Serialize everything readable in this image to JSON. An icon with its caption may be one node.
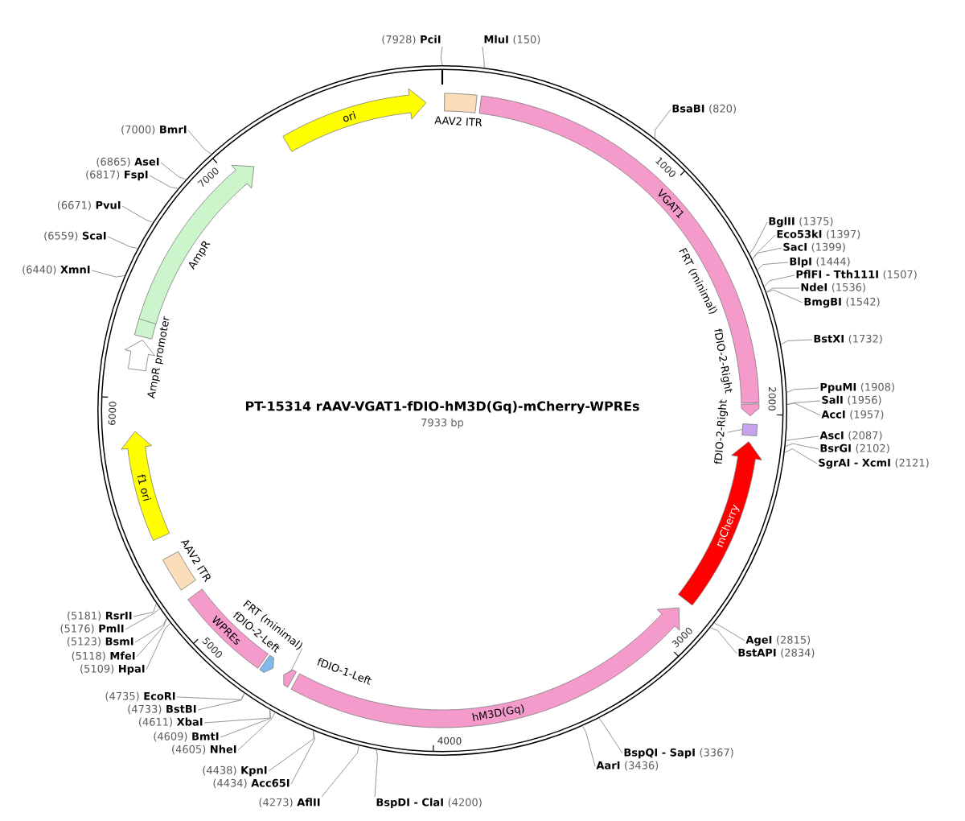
{
  "diagram": {
    "title": "PT-15314 rAAV-VGAT1-fDIO-hM3D(Gq)-mCherry-WPREs",
    "nodes": [
      {
        "text": [],
        "shape": "circle"
      },
      {
        "text": [
          "AAV2 ITR"
        ],
        "in": 0
      },
      {
        "text": [
          "VGAT1"
        ],
        "in": 0
      },
      {
        "text": [
          "FRT (minimal)",
          "fDIO-2-Right"
        ],
        "in": 0
      },
      {
        "text": [],
        "shape": "box",
        "in": 0
      },
      {
        "text": [
          "fDIO-2-Right"
        ],
        "in": 0
      },
      {
        "text": [
          "mCherry"
        ],
        "in": 0
      },
      {
        "text": [
          "hM3D(Gq)"
        ],
        "in": 0
      },
      {
        "text": [
          "fDIO-1-Left"
        ],
        "in": 0
      },
      {
        "text": [
          "FRT (minimal)"
        ],
        "in": 0
      },
      {
        "text": [
          "fDIO-2-Left"
        ],
        "in": 0
      },
      {
        "text": [
          "WPREs"
        ],
        "in": 0
      },
      {
        "text": [
          "AAV2 ITR"
        ],
        "in": 0
      },
      {
        "text": [
          "f1 ori"
        ],
        "in": 0
      },
      {
        "text": [
          "AmpR promoter"
        ],
        "in": 0
      },
      {
        "text": [
          "AmpR"
        ],
        "in": 0
      },
      {
        "text": [
          "ori"
        ],
        "in": 0
      },
      {
        "text": [
          "(7928)",
          "PciI"
        ]
      },
      {
        "text": [
          "MluI",
          "(150)"
        ]
      },
      {
        "text": [
          "BsaBI",
          "(820)"
        ]
      },
      {
        "text": [
          "BglII",
          "(1375)"
        ]
      },
      {
        "text": [
          "Eco53kI",
          "(1397)"
        ]
      },
      {
        "text": [
          "SacI",
          "(1399)"
        ]
      },
      {
        "text": [
          "BlpI",
          "(1444)"
        ]
      },
      {
        "text": [
          "PflFI - Tth111I",
          "(1507)"
        ]
      },
      {
        "text": [
          "NdeI",
          "(1536)"
        ]
      },
      {
        "text": [
          "BmgBI",
          "(1542)"
        ]
      },
      {
        "text": [
          "BstXI",
          "(1732)"
        ]
      },
      {
        "text": [
          "PpuMI",
          "(1908)"
        ]
      },
      {
        "text": [
          "SalI",
          "(1956)"
        ]
      },
      {
        "text": [
          "AccI",
          "(1957)"
        ]
      },
      {
        "text": [
          "AscI",
          "(2087)"
        ]
      },
      {
        "text": [
          "BsrGI",
          "(2102)"
        ]
      },
      {
        "text": [
          "SgrAI - XcmI",
          "(2121)"
        ]
      },
      {
        "text": [
          "AgeI",
          "(2815)"
        ]
      },
      {
        "text": [
          "BstAPI",
          "(2834)"
        ]
      },
      {
        "text": [
          "BspQI - SapI",
          "(3367)"
        ]
      },
      {
        "text": [
          "AarI",
          "(3436)"
        ]
      },
      {
        "text": [
          "BspDI - ClaI",
          "(4200)"
        ]
      },
      {
        "text": [
          "(4273)",
          "AflII"
        ]
      },
      {
        "text": [
          "(4434)",
          "Acc65I"
        ]
      },
      {
        "text": [
          "(4438)",
          "KpnI"
        ]
      },
      {
        "text": [
          "(4605)",
          "NheI"
        ]
      },
      {
        "text": [
          "(4609)",
          "BmtI"
        ]
      },
      {
        "text": [
          "(4611)",
          "XbaI"
        ]
      },
      {
        "text": [
          "(4733)",
          "BstBI"
        ]
      },
      {
        "text": [
          "(4735)",
          "EcoRI"
        ]
      },
      {
        "text": [
          "(5109)",
          "HpaI"
        ]
      },
      {
        "text": [
          "(5118)",
          "MfeI"
        ]
      },
      {
        "text": [
          "(5123)",
          "BsmI"
        ]
      },
      {
        "text": [
          "(5176)",
          "PmlI"
        ]
      },
      {
        "text": [
          "(5181)",
          "RsrII"
        ]
      },
      {
        "text": [
          "(6440)",
          "XmnI"
        ]
      },
      {
        "text": [
          "(6559)",
          "ScaI"
        ]
      },
      {
        "text": [
          "(6671)",
          "PvuI"
        ]
      },
      {
        "text": [
          "(6817)",
          "FspI"
        ]
      },
      {
        "text": [
          "(6865)",
          "AseI"
        ]
      },
      {
        "text": [
          "(7000)",
          "BmrI"
        ]
      }
    ],
    "edges": [
      {
        "from": 5,
        "to": 4,
        "arrow": "none"
      },
      {
        "from": 9,
        "to": 8,
        "arrow": "none"
      },
      {
        "from": 17,
        "to": 0,
        "arrow": "none"
      },
      {
        "from": 18,
        "to": 0,
        "arrow": "none"
      },
      {
        "from": 19,
        "to": 0,
        "arrow": "none"
      },
      {
        "from": 20,
        "to": 0,
        "arrow": "none"
      },
      {
        "from": 21,
        "to": 0,
        "arrow": "none"
      },
      {
        "from": 22,
        "to": 0,
        "arrow": "none"
      },
      {
        "from": 23,
        "to": 0,
        "arrow": "none"
      },
      {
        "from": 24,
        "to": 0,
        "arrow": "none"
      },
      {
        "from": 25,
        "to": 0,
        "arrow": "none"
      },
      {
        "from": 26,
        "to": 0,
        "arrow": "none"
      },
      {
        "from": 27,
        "to": 0,
        "arrow": "none"
      },
      {
        "from": 28,
        "to": 0,
        "arrow": "none"
      },
      {
        "from": 29,
        "to": 0,
        "arrow": "none"
      },
      {
        "from": 30,
        "to": 0,
        "arrow": "none"
      },
      {
        "from": 31,
        "to": 0,
        "arrow": "none"
      },
      {
        "from": 32,
        "to": 0,
        "arrow": "none"
      },
      {
        "from": 33,
        "to": 0,
        "arrow": "none"
      },
      {
        "from": 34,
        "to": 0,
        "arrow": "none"
      },
      {
        "from": 35,
        "to": 0,
        "arrow": "none"
      },
      {
        "from": 36,
        "to": 0,
        "arrow": "none"
      },
      {
        "from": 37,
        "to": 0,
        "arrow": "none"
      },
      {
        "from": 38,
        "to": 0,
        "arrow": "none"
      },
      {
        "from": 39,
        "to": 0,
        "arrow": "none"
      },
      {
        "from": 40,
        "to": 0,
        "arrow": "none"
      },
      {
        "from": 41,
        "to": 0,
        "arrow": "none"
      },
      {
        "from": 42,
        "to": 0,
        "arrow": "none"
      },
      {
        "from": 43,
        "to": 0,
        "arrow": "none"
      },
      {
        "from": 44,
        "to": 0,
        "arrow": "none"
      },
      {
        "from": 45,
        "to": 0,
        "arrow": "none"
      },
      {
        "from": 46,
        "to": 0,
        "arrow": "none"
      },
      {
        "from": 47,
        "to": 0,
        "arrow": "none"
      },
      {
        "from": 48,
        "to": 0,
        "arrow": "none"
      },
      {
        "from": 49,
        "to": 0,
        "arrow": "none"
      },
      {
        "from": 50,
        "to": 0,
        "arrow": "none"
      },
      {
        "from": 51,
        "to": 0,
        "arrow": "none"
      },
      {
        "from": 52,
        "to": 0,
        "arrow": "none"
      },
      {
        "from": 53,
        "to": 0,
        "arrow": "none"
      },
      {
        "from": 54,
        "to": 0,
        "arrow": "none"
      },
      {
        "from": 55,
        "to": 0,
        "arrow": "none"
      },
      {
        "from": 56,
        "to": 0,
        "arrow": "none"
      },
      {
        "from": 57,
        "to": 0,
        "arrow": "none"
      }
    ],
    "labels": [
      "7933 bp",
      "1000",
      "2000",
      "3000",
      "4000",
      "5000",
      "6000",
      "7000"
    ]
  }
}
